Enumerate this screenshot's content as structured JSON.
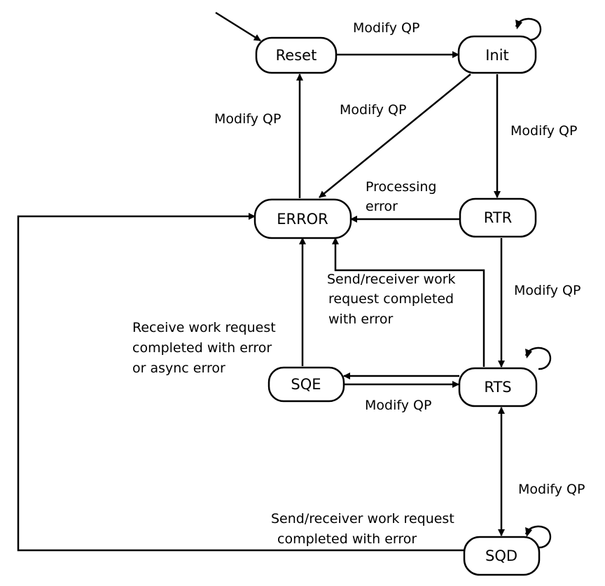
{
  "diagram": {
    "states": {
      "reset": "Reset",
      "init": "Init",
      "error": "ERROR",
      "rtr": "RTR",
      "rts": "RTS",
      "sqe": "SQE",
      "sqd": "SQD"
    },
    "labels": {
      "reset_to_init": "Modify QP",
      "init_to_error": "Modify QP",
      "error_to_reset": "Modify QP",
      "init_to_rtr": "Modify QP",
      "rtr_to_error_line1": "Processing",
      "rtr_to_error_line2": "error",
      "rts_to_error_line1": "Send/receiver work",
      "rts_to_error_line2": "request completed",
      "rts_to_error_line3": "with error",
      "rtr_to_rts": "Modify QP",
      "sqe_to_error_line1": "Receive work request",
      "sqe_to_error_line2": "completed with error",
      "sqe_to_error_line3": "or async error",
      "sqe_to_rts": "Modify QP",
      "rts_sqd": "Modify QP",
      "sqd_to_error_line1": "Send/receiver work request",
      "sqd_to_error_line2": "completed with error"
    }
  }
}
